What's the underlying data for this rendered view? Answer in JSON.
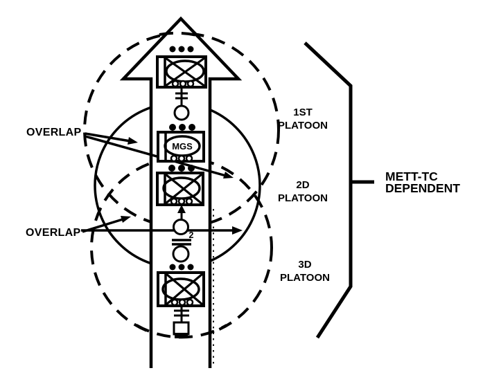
{
  "diagram": {
    "colors": {
      "ink": "#000000",
      "background": "#ffffff"
    },
    "annotations": {
      "overlap_top": {
        "label": "OVERLAP"
      },
      "overlap_bottom": {
        "label": "OVERLAP"
      }
    },
    "platoon_labels": [
      {
        "line1": "1ST",
        "line2": "PLATOON"
      },
      {
        "line1": "2D",
        "line2": "PLATOON"
      },
      {
        "line1": "3D",
        "line2": "PLATOON"
      }
    ],
    "bracket_note": {
      "line1": "METT-TC",
      "line2": "DEPENDENT"
    },
    "unit_symbols": {
      "mgs_label": "MGS",
      "mortar_tube_count": "2"
    }
  }
}
